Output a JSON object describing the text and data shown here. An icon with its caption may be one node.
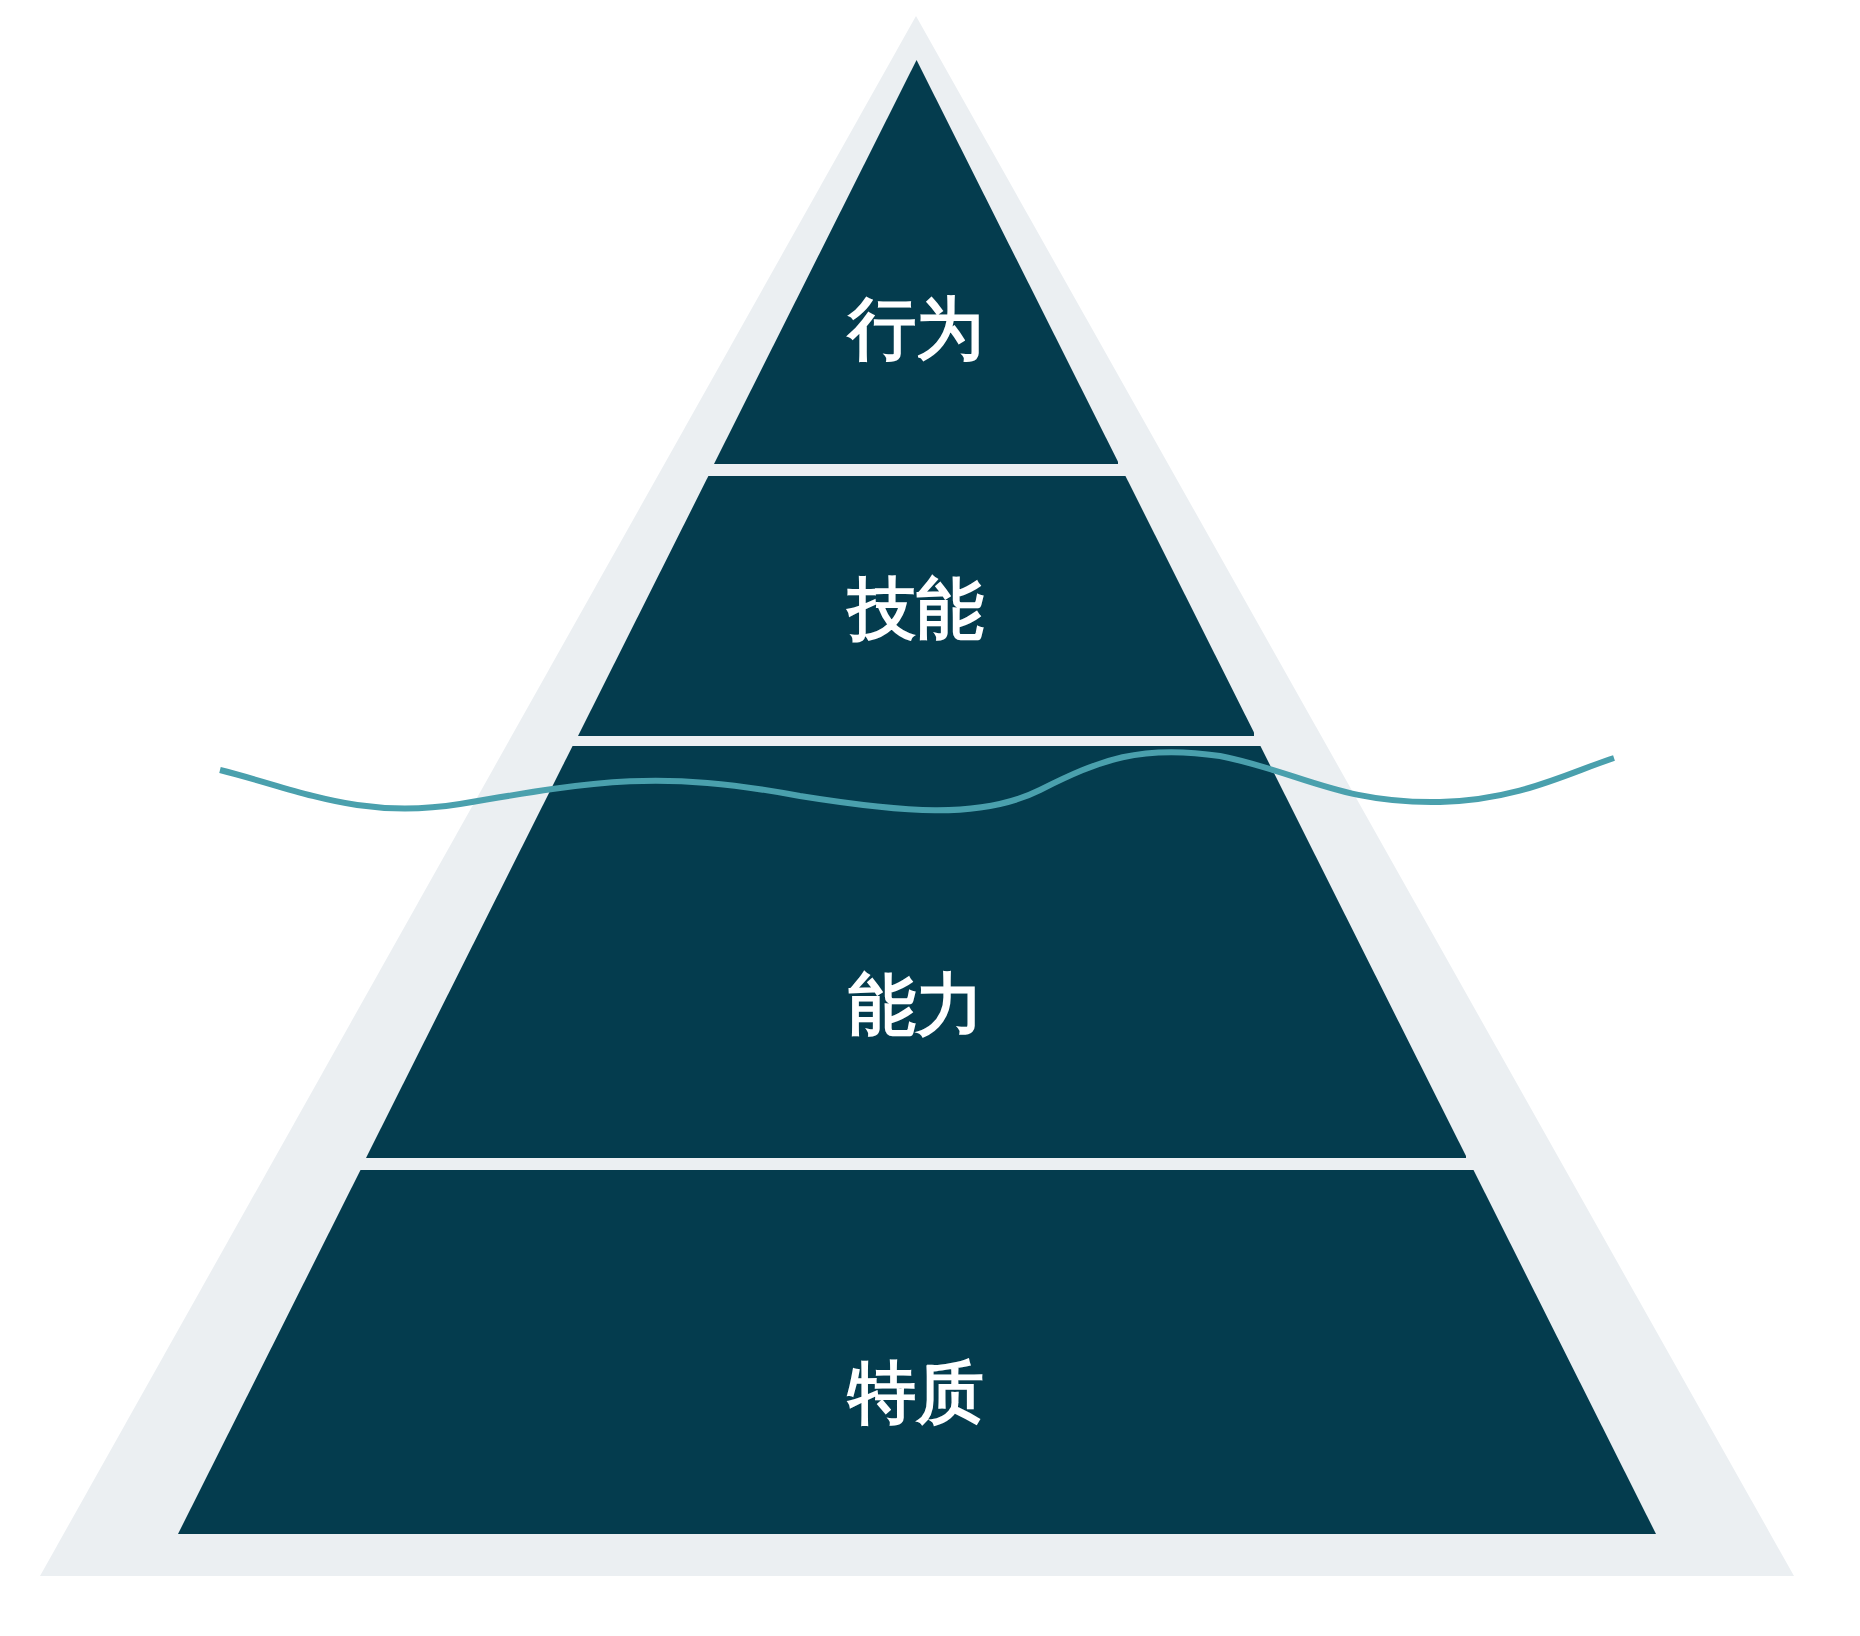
{
  "diagram": {
    "nodes": [
      {
        "text": [
          "行为"
        ]
      },
      {
        "text": [
          "技能"
        ]
      },
      {
        "text": [
          "能力"
        ]
      },
      {
        "text": [
          "特质"
        ]
      }
    ]
  }
}
